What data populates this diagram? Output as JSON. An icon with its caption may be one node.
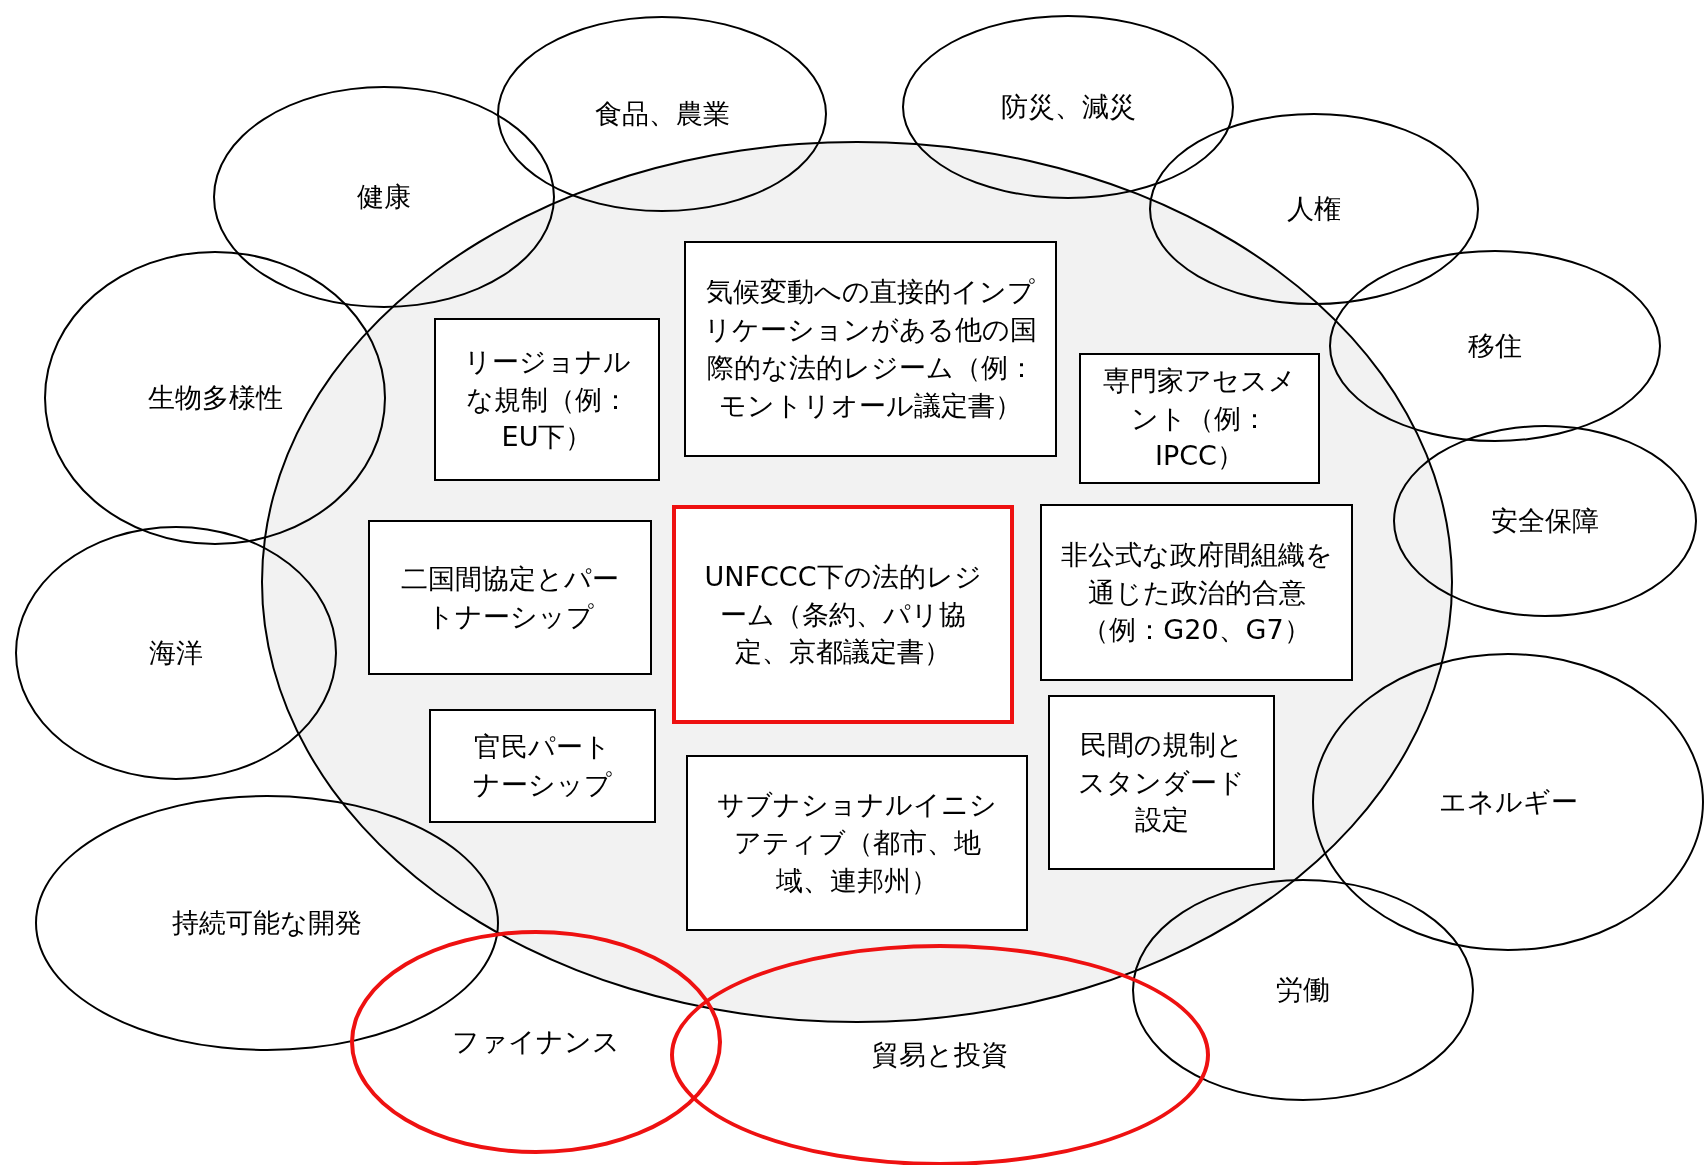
{
  "diagram": {
    "nodes": [
      {
        "text": [],
        "shape": "ellipse"
      },
      {
        "text": [
          "食品、農業"
        ]
      },
      {
        "text": [
          "防災、減災"
        ]
      },
      {
        "text": [
          "健康"
        ]
      },
      {
        "text": [
          "人権"
        ]
      },
      {
        "text": [
          "気候変動への直接的インプリケーションがある他の国際的な法的レジーム（例：モントリオール議定書）"
        ],
        "in": 0
      },
      {
        "text": [
          "移住"
        ]
      },
      {
        "text": [
          "リージョナルな規制（例：EU下）"
        ],
        "in": 0
      },
      {
        "text": [
          "専門家アセスメント（例：IPCC）"
        ],
        "in": 0
      },
      {
        "text": [
          "生物多様性"
        ]
      },
      {
        "text": [
          "安全保障"
        ]
      },
      {
        "text": [
          "二国間協定とパートナーシップ"
        ],
        "in": 0
      },
      {
        "text": [
          "UNFCCC下の法的レジーム（条約、パリ協定、京都議定書）"
        ],
        "in": 0
      },
      {
        "text": [
          "非公式な政府間組織を通じた政治的合意（例：G20、G7）"
        ],
        "in": 0
      },
      {
        "text": [
          "海洋"
        ]
      },
      {
        "text": [
          "官民パートナーシップ"
        ],
        "in": 0
      },
      {
        "text": [
          "民間の規制とスタンダード設定"
        ],
        "in": 0
      },
      {
        "text": [
          "サブナショナルイニシアティブ（都市、地域、連邦州）"
        ],
        "in": 0
      },
      {
        "text": [
          "エネルギー"
        ]
      },
      {
        "text": [
          "持続可能な開発"
        ]
      },
      {
        "text": [
          "労働"
        ]
      },
      {
        "text": [
          "ファイナンス"
        ]
      },
      {
        "text": [
          "貿易と投資"
        ]
      }
    ]
  }
}
